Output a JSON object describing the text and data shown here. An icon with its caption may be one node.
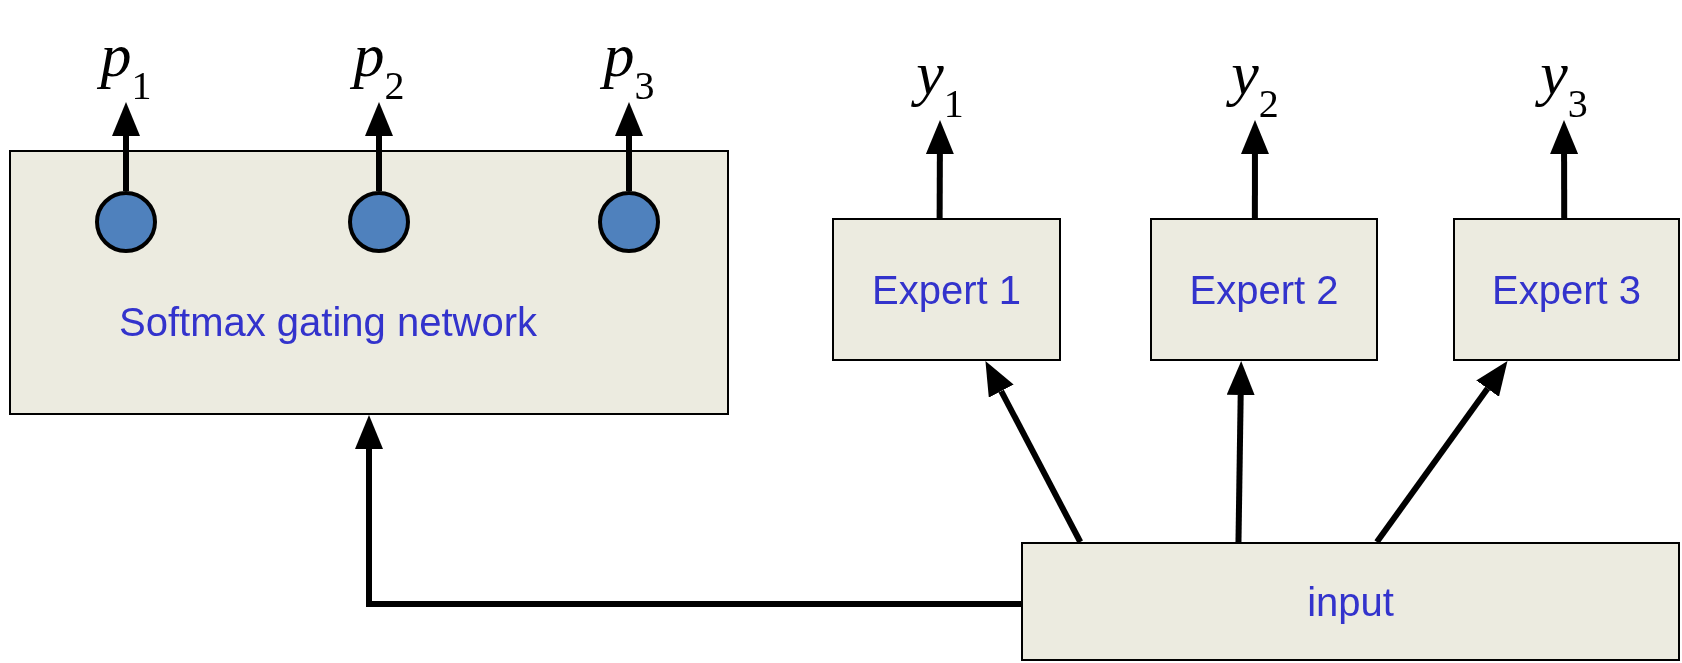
{
  "diagram": {
    "nodes": [
      {
        "text": [
          "Softmax gating network"
        ]
      },
      {
        "text": [],
        "shape": "circle",
        "in": 0
      },
      {
        "text": [],
        "shape": "circle",
        "in": 0
      },
      {
        "text": [],
        "shape": "circle",
        "in": 0
      },
      {
        "text": [
          "*p*$_{1}$"
        ]
      },
      {
        "text": [
          "*p*$_{2}$"
        ]
      },
      {
        "text": [
          "*p*$_{3}$"
        ]
      },
      {
        "text": [
          "Expert 1"
        ]
      },
      {
        "text": [
          "Expert 2"
        ]
      },
      {
        "text": [
          "Expert 3"
        ]
      },
      {
        "text": [
          "*y*$_{1}$"
        ]
      },
      {
        "text": [
          "*y*$_{2}$"
        ]
      },
      {
        "text": [
          "*y*$_{3}$"
        ]
      },
      {
        "text": [
          "input"
        ]
      }
    ],
    "edges": [
      {
        "from": 1,
        "to": 4,
        "arrow": "to"
      },
      {
        "from": 2,
        "to": 5,
        "arrow": "to"
      },
      {
        "from": 3,
        "to": 6,
        "arrow": "to"
      },
      {
        "from": 7,
        "to": 10,
        "arrow": "to"
      },
      {
        "from": 8,
        "to": 11,
        "arrow": "to"
      },
      {
        "from": 9,
        "to": 12,
        "arrow": "to"
      },
      {
        "from": 13,
        "to": 7,
        "arrow": "to"
      },
      {
        "from": 13,
        "to": 8,
        "arrow": "to"
      },
      {
        "from": 13,
        "to": 9,
        "arrow": "to"
      },
      {
        "from": 13,
        "to": 0,
        "arrow": "to"
      }
    ]
  }
}
